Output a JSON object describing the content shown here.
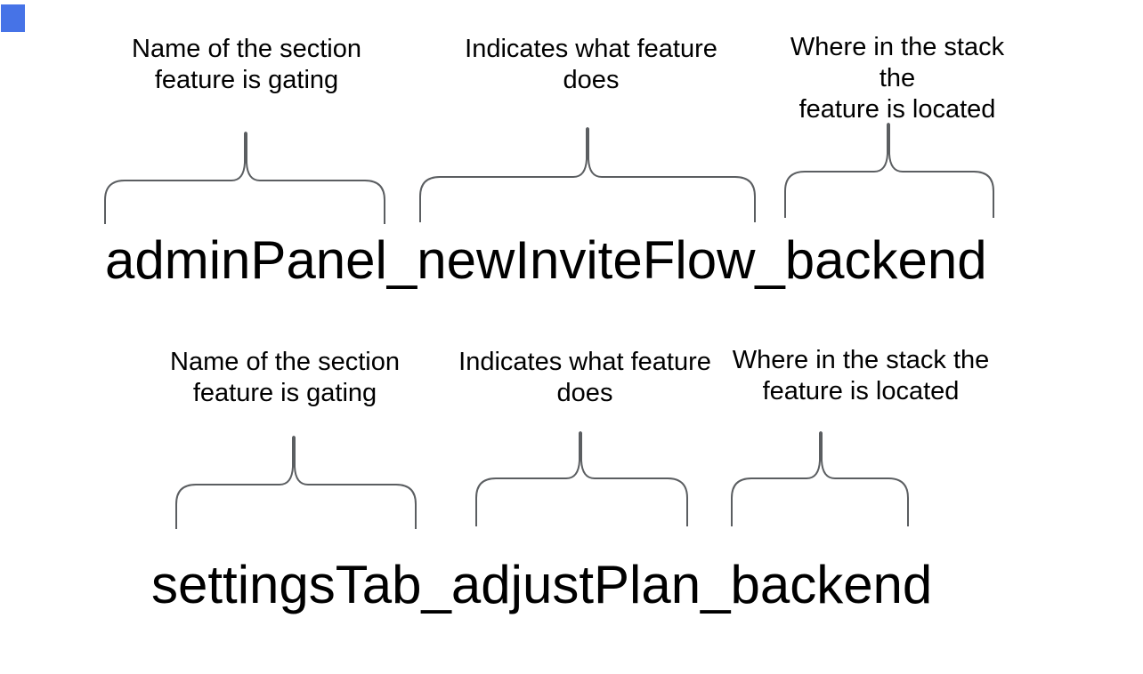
{
  "canvas": {
    "background_color": "#ffffff",
    "text_color": "#000000",
    "brace_color": "#5b5e61"
  },
  "selection_marker": {
    "color": "#4673e7"
  },
  "examples": [
    {
      "flag_name": "adminPanel_newInviteFlow_backend",
      "labels": [
        {
          "text": "Name of the section\nfeature is gating"
        },
        {
          "text": "Indicates what feature\ndoes"
        },
        {
          "text": "Where in the stack the\nfeature is located"
        }
      ]
    },
    {
      "flag_name": "settingsTab_adjustPlan_backend",
      "labels": [
        {
          "text": "Name of the section\nfeature is gating"
        },
        {
          "text": "Indicates what feature\ndoes"
        },
        {
          "text": "Where in the stack the\nfeature is located"
        }
      ]
    }
  ]
}
